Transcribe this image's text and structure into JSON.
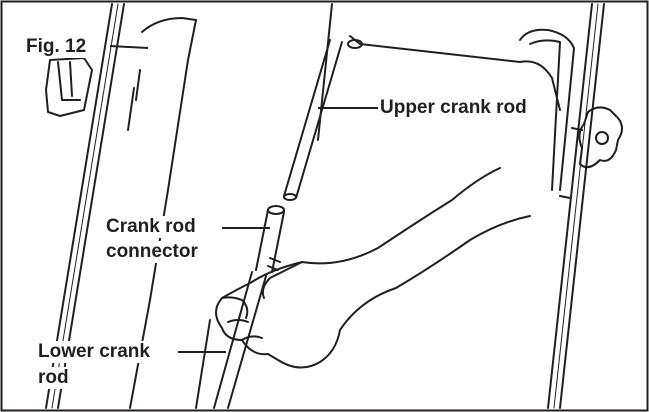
{
  "figure": {
    "label": "Fig. 12"
  },
  "callouts": {
    "upper_crank_rod": "Upper crank rod",
    "connector_line1": "Crank rod",
    "connector_line2": "connector",
    "lower_line1": "Lower crank",
    "lower_line2": "rod"
  },
  "colors": {
    "line": "#231f20",
    "background": "#ffffff"
  }
}
